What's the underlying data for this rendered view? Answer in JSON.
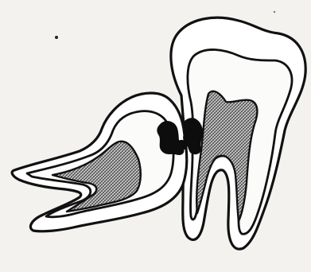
{
  "figure": {
    "title": "",
    "colors": {
      "paper": "#f3f2ef",
      "ink": "#111111",
      "enamel": "#ffffff",
      "dentin": "#fbfbf9",
      "pulp": "#9a9a9a",
      "caries": "#0d0d0d"
    },
    "structures": [
      "tilted-tooth",
      "upright-tooth",
      "carious-lesion"
    ]
  }
}
